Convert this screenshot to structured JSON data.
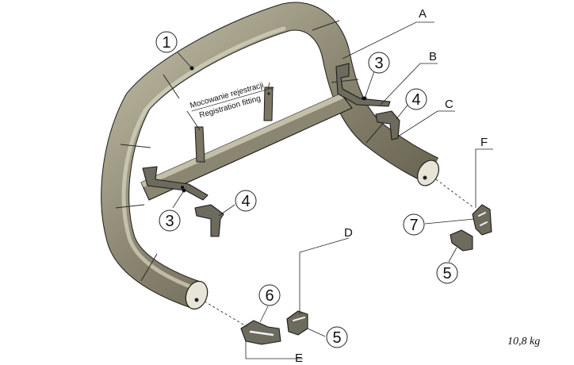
{
  "labels": {
    "part_1": "1",
    "part_3_right": "3",
    "part_3_left": "3",
    "part_4_right": "4",
    "part_4_left": "4",
    "part_5_right": "5",
    "part_5_bottom": "5",
    "part_6": "6",
    "part_7": "7",
    "letter_a": "A",
    "letter_b": "B",
    "letter_c": "C",
    "letter_d": "D",
    "letter_e": "E",
    "letter_f": "F"
  },
  "registration": {
    "line1": "Mocowanie rejestracji",
    "line2": "Registration fitting"
  },
  "weight": "10,8 kg",
  "colors": {
    "tube_dark": "#55513f",
    "tube_mid": "#8b8671",
    "tube_light": "#c4bfa8",
    "outline": "#1b1b1b"
  }
}
